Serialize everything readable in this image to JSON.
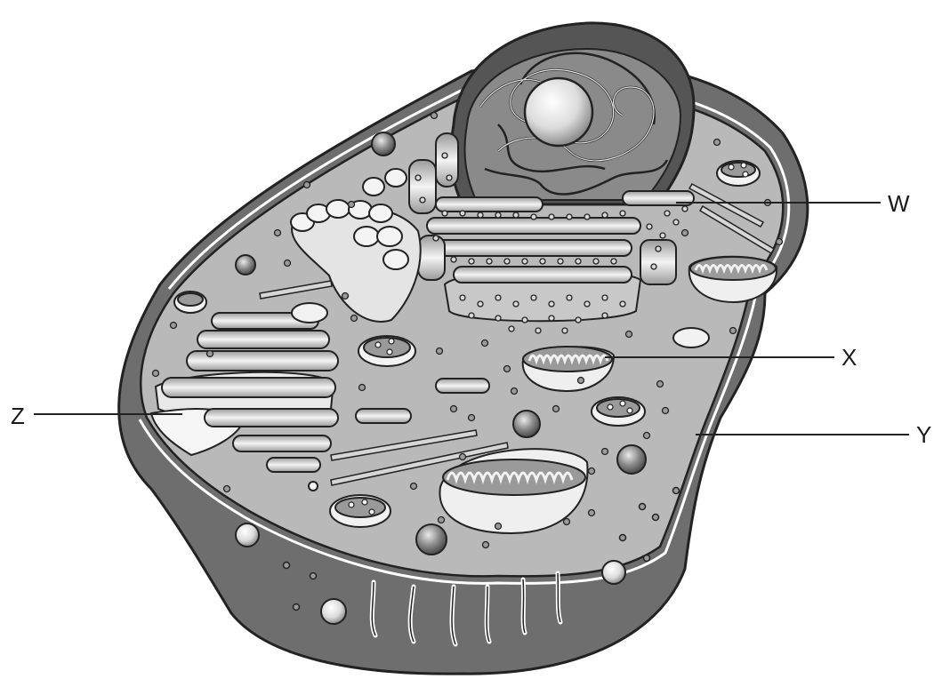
{
  "diagram": {
    "labels": {
      "w": "W",
      "x": "X",
      "y": "Y",
      "z": "Z"
    }
  },
  "colors": {
    "outer_membrane": "#6e6e6e",
    "cytoplasm": "#b9b9b9",
    "organelle_fill": "#f2f2f2",
    "outline": "#222222"
  }
}
